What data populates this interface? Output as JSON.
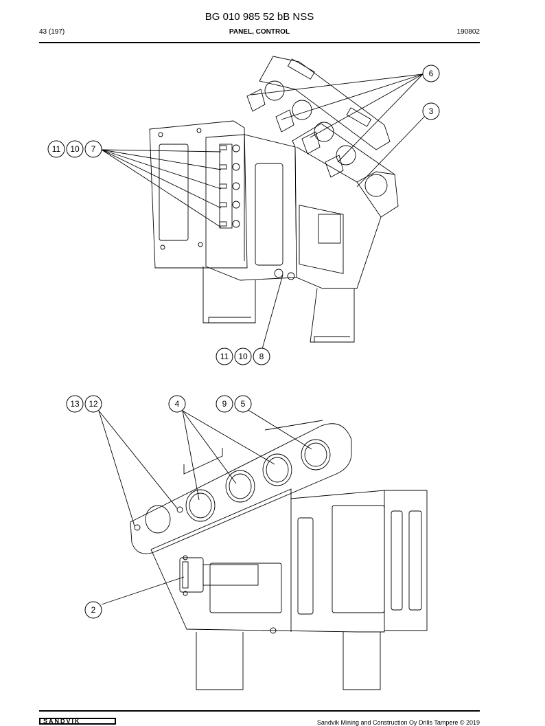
{
  "header": {
    "title": "BG 010 985 52 bB NSS",
    "page": "43 (197)",
    "section": "PANEL, CONTROL",
    "date_code": "190802"
  },
  "callouts": {
    "c6": "6",
    "c3": "3",
    "c11a": "11",
    "c10a": "10",
    "c7": "7",
    "c11b": "11",
    "c10b": "10",
    "c8": "8",
    "c13": "13",
    "c12": "12",
    "c4": "4",
    "c9": "9",
    "c5": "5",
    "c2": "2"
  },
  "footer": {
    "logo": "SANDVIK",
    "copyright": "Sandvik Mining and Construction Oy Drills Tampere © 2019"
  }
}
